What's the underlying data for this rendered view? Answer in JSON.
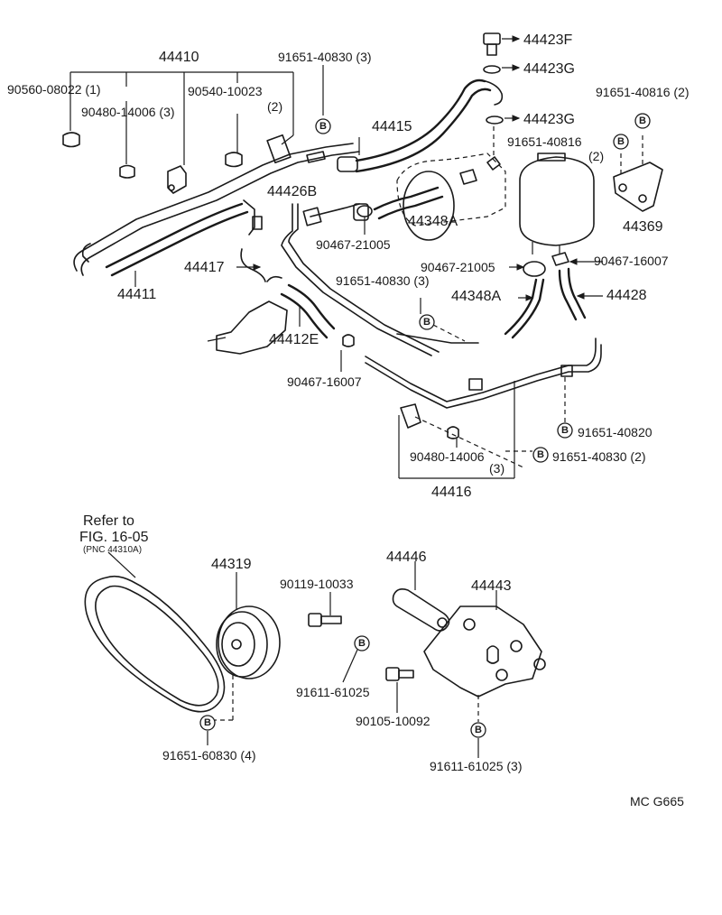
{
  "diagram": {
    "code": "MC G665",
    "refer_note": {
      "line1": "Refer to",
      "line2": "FIG. 16-05",
      "line3": "(PNC 44310A)"
    },
    "marker_letter": "B",
    "labels": {
      "l44410": "44410",
      "l90560": "90560-08022 (1)",
      "l90480a": "90480-14006 (3)",
      "l90540": "90540-10023",
      "l90540q": "(2)",
      "l91651_830_3a": "91651-40830 (3)",
      "l44415": "44415",
      "l44423F": "44423F",
      "l44423Ga": "44423G",
      "l44423Gb": "44423G",
      "l91651_816_2a": "91651-40816 (2)",
      "l91651_816_b": "91651-40816",
      "l91651_816_bq": "(2)",
      "l44426B": "44426B",
      "l44348Aa": "44348A",
      "l44369": "44369",
      "l90467_21005a": "90467-21005",
      "l90467_21005b": "90467-21005",
      "l90467_16007a": "90467-16007",
      "l44411": "44411",
      "l44417": "44417",
      "l91651_830_3b": "91651-40830 (3)",
      "l44348Ab": "44348A",
      "l44428": "44428",
      "l44412E": "44412E",
      "l90467_16007b": "90467-16007",
      "l91651_820": "91651-40820",
      "l90480b": "90480-14006",
      "l90480bq": "(3)",
      "l91651_830_2": "91651-40830 (2)",
      "l44416": "44416",
      "l44319": "44319",
      "l44446": "44446",
      "l90119": "90119-10033",
      "l44443": "44443",
      "l91611a": "91611-61025",
      "l90105": "90105-10092",
      "l91651_60830": "91651-60830 (4)",
      "l91611b": "91611-61025 (3)"
    }
  }
}
